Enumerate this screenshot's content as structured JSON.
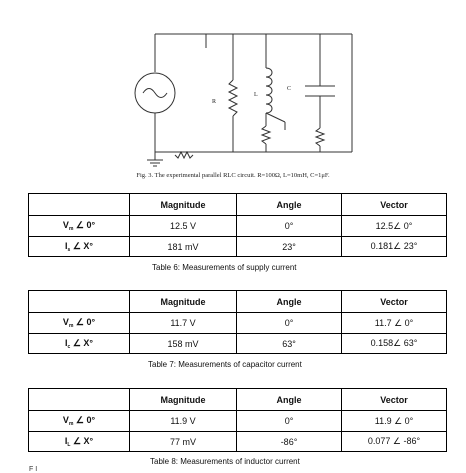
{
  "figure": {
    "caption": "Fig. 3. The experimental parallel RLC circuit. R=100Ω, L=10mH, C=1μF.",
    "labels": {
      "r": "R",
      "l": "L",
      "c": "C"
    }
  },
  "tables": [
    {
      "headers": [
        "",
        "Magnitude",
        "Angle",
        "Vector"
      ],
      "rows": [
        {
          "label_main": "V",
          "label_sub": "m",
          "label_rest": " ∠ 0°",
          "magnitude": "12.5 V",
          "angle": "0°",
          "vector": "12.5∠ 0°"
        },
        {
          "label_main": "I",
          "label_sub": "s",
          "label_rest": " ∠ X°",
          "magnitude": "181 mV",
          "angle": "23°",
          "vector": "0.181∠ 23°"
        }
      ],
      "caption": "Table 6: Measurements of supply current"
    },
    {
      "headers": [
        "",
        "Magnitude",
        "Angle",
        "Vector"
      ],
      "rows": [
        {
          "label_main": "V",
          "label_sub": "m",
          "label_rest": " ∠ 0°",
          "magnitude": "11.7 V",
          "angle": "0°",
          "vector": "11.7 ∠ 0°"
        },
        {
          "label_main": "I",
          "label_sub": "c",
          "label_rest": " ∠ X°",
          "magnitude": "158 mV",
          "angle": "63°",
          "vector": "0.158∠ 63°"
        }
      ],
      "caption": "Table 7: Measurements of capacitor current"
    },
    {
      "headers": [
        "",
        "Magnitude",
        "Angle",
        "Vector"
      ],
      "rows": [
        {
          "label_main": "V",
          "label_sub": "m",
          "label_rest": " ∠ 0°",
          "magnitude": "11.9 V",
          "angle": "0°",
          "vector": "11.9 ∠ 0°"
        },
        {
          "label_main": "I",
          "label_sub": "L",
          "label_rest": " ∠ X°",
          "magnitude": "77 mV",
          "angle": "-86°",
          "vector": "0.077 ∠ -86°"
        }
      ],
      "caption": "Table 8: Measurements of inductor current"
    }
  ],
  "trailing_text": "F   I"
}
